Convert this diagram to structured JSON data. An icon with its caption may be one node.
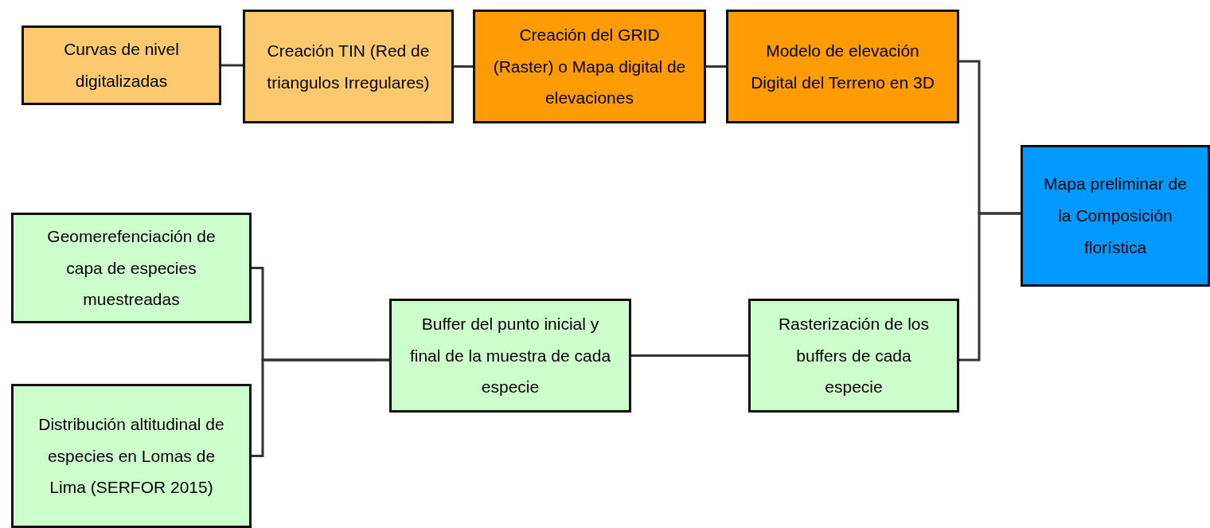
{
  "diagram": {
    "nodes": [
      {
        "text": [
          "Curvas de nivel digitalizadas"
        ]
      },
      {
        "text": [
          "Creación TIN (Red de triangulos Irregulares)"
        ]
      },
      {
        "text": [
          "Creación del GRID (Raster) o Mapa digital de elevaciones"
        ]
      },
      {
        "text": [
          "Modelo de elevación Digital del Terreno en 3D"
        ]
      },
      {
        "text": [
          "Mapa preliminar de la Composición florística"
        ]
      },
      {
        "text": [
          "Geomerefenciación de capa de especies muestreadas"
        ]
      },
      {
        "text": [
          "Distribución altitudinal de especies en Lomas de Lima (SERFOR 2015)"
        ]
      },
      {
        "text": [
          "Buffer del punto inicial y final de la muestra de cada especie"
        ]
      },
      {
        "text": [
          "Rasterización de los buffers de cada especie"
        ]
      }
    ],
    "edges": [
      {
        "from": 0,
        "to": 1,
        "arrow": "none"
      },
      {
        "from": 1,
        "to": 2,
        "arrow": "none"
      },
      {
        "from": 2,
        "to": 3,
        "arrow": "none"
      },
      {
        "from": 3,
        "to": 4,
        "arrow": "none"
      },
      {
        "from": 8,
        "to": 4,
        "arrow": "none"
      },
      {
        "from": 5,
        "to": 7,
        "arrow": "none"
      },
      {
        "from": 6,
        "to": 7,
        "arrow": "none"
      },
      {
        "from": 7,
        "to": 8,
        "arrow": "none"
      }
    ]
  }
}
